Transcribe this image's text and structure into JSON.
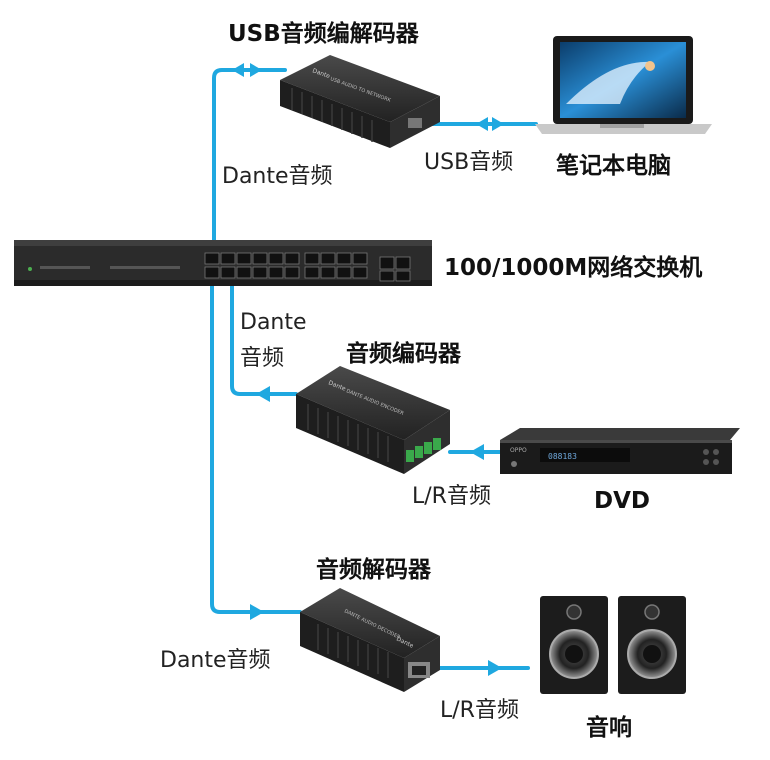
{
  "titles": {
    "usb_codec": "USB音频编解码器",
    "switch": "100/1000M网络交换机",
    "encoder": "音频编码器",
    "decoder": "音频解码器",
    "laptop": "笔记本电脑",
    "dvd": "DVD",
    "speaker": "音响"
  },
  "labels": {
    "dante_top": "Dante音频",
    "usb_audio": "USB音频",
    "dante_mid_1": "Dante",
    "dante_mid_2": "音频",
    "lr_dvd": "L/R音频",
    "dante_bottom": "Dante音频",
    "lr_speaker": "L/R音频"
  },
  "device_text": {
    "usb_box": "USB AUDIO TO NETWORK",
    "enc_box": "DANTE AUDIO ENCODER",
    "dec_box": "DANTE AUDIO DECODER",
    "brand": "Dante",
    "dvd_brand": "OPPO",
    "dvd_display": "088183"
  },
  "colors": {
    "line": "#1fa8e0",
    "device": "#2a2a2a",
    "title": "#111111"
  }
}
